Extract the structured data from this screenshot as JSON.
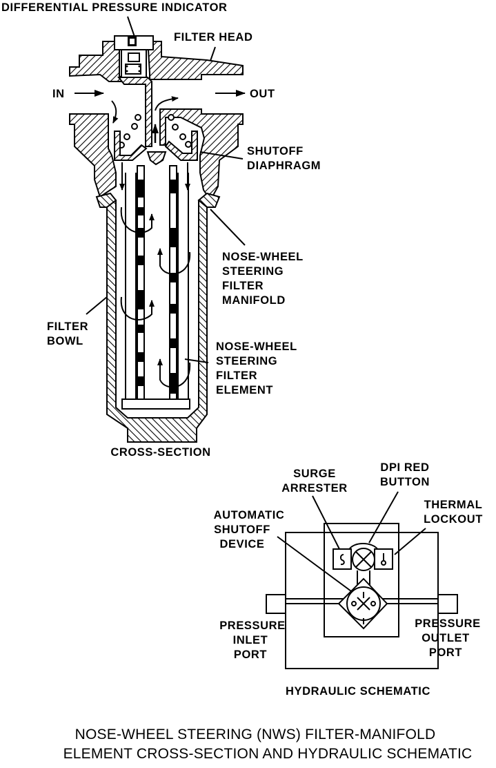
{
  "cross_section": {
    "labels": {
      "differential_pressure_indicator": "DIFFERENTIAL PRESSURE INDICATOR",
      "filter_head": "FILTER HEAD",
      "in": "IN",
      "out": "OUT",
      "shutoff_diaphragm": [
        "SHUTOFF",
        "DIAPHRAGM"
      ],
      "filter_manifold": [
        "NOSE-WHEEL",
        "STEERING",
        "FILTER",
        "MANIFOLD"
      ],
      "filter_bowl": [
        "FILTER",
        "BOWL"
      ],
      "filter_element": [
        "NOSE-WHEEL",
        "STEERING",
        "FILTER",
        "ELEMENT"
      ]
    },
    "caption": "CROSS-SECTION"
  },
  "hydraulic_schematic": {
    "labels": {
      "surge_arrester": [
        "SURGE",
        "ARRESTER"
      ],
      "dpi_red_button": [
        "DPI RED",
        "BUTTON"
      ],
      "thermal_lockout": [
        "THERMAL",
        "LOCKOUT"
      ],
      "automatic_shutoff_device": [
        "AUTOMATIC",
        "SHUTOFF",
        "DEVICE"
      ],
      "pressure_inlet_port": [
        "PRESSURE",
        "INLET",
        "PORT"
      ],
      "pressure_outlet_port": [
        "PRESSURE",
        "OUTLET",
        "PORT"
      ]
    },
    "symbols": {
      "surge_arrester_glyph": "S",
      "thermal_lockout_glyph": "pin"
    },
    "caption": "HYDRAULIC SCHEMATIC"
  },
  "figure_title": [
    "NOSE-WHEEL STEERING (NWS) FILTER-MANIFOLD",
    "ELEMENT CROSS-SECTION AND HYDRAULIC SCHEMATIC"
  ]
}
